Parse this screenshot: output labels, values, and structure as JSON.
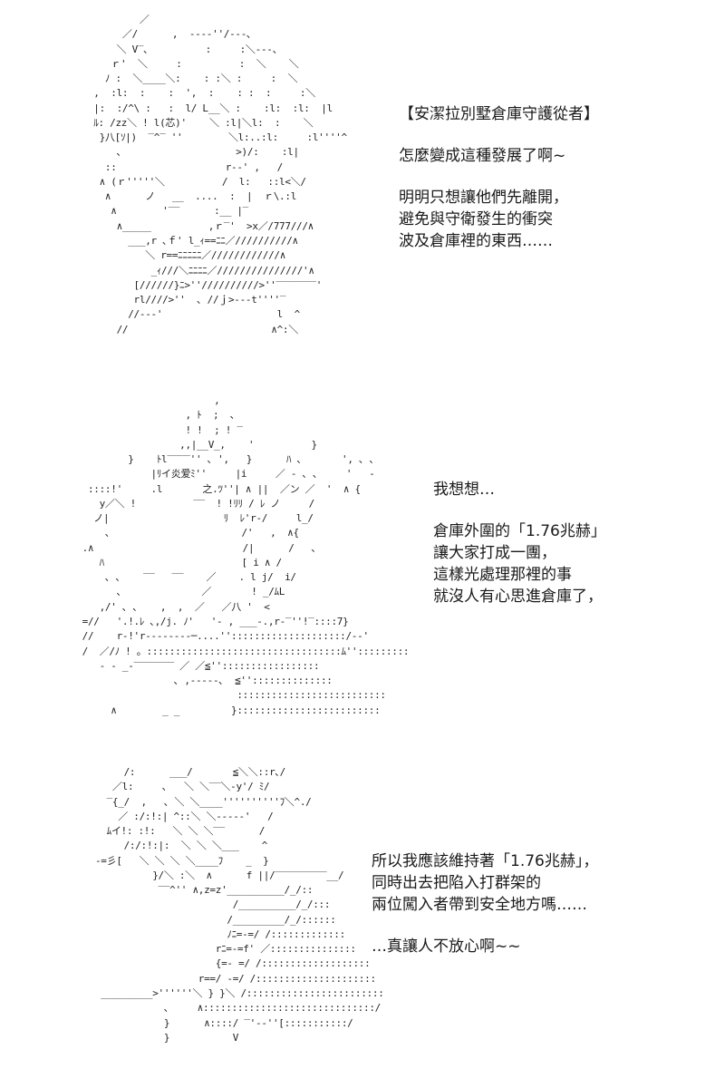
{
  "panels": [
    {
      "speaker": "【安潔拉別墅倉庫守護從者】",
      "lines": [
        "怎麼變成這種發展了啊~",
        "",
        "明明只想讓他們先離開，",
        "避免與守衛發生的衝突",
        "波及倉庫裡的東西……"
      ]
    },
    {
      "lines": [
        "我想想…",
        "",
        "倉庫外圍的「1.76兆赫」",
        "讓大家打成一團，",
        "這樣光處理那裡的事",
        "就沒人有心思進倉庫了，"
      ]
    },
    {
      "lines": [
        "所以我應該維持著「1.76兆赫」，",
        "同時出去把陷入打群架的",
        "兩位闖入者帶到安全地方嗎……",
        "",
        "…真讓人不放心啊~~"
      ]
    }
  ]
}
